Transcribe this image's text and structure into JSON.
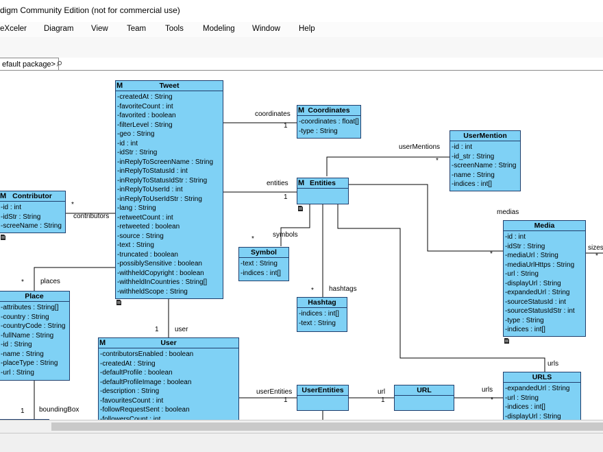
{
  "window": {
    "title": "digm Community Edition (not for commercial use)"
  },
  "menu": [
    "eXceler",
    "Diagram",
    "View",
    "Team",
    "Tools",
    "Modeling",
    "Window",
    "Help"
  ],
  "package_tab": "efault package>",
  "classes": {
    "tweet": {
      "name": "Tweet",
      "attrs": [
        "-createdAt : String",
        "-favoriteCount : int",
        "-favorited : boolean",
        "-filterLevel : String",
        "-geo : String",
        "-id : int",
        "-idStr : String",
        "-inReplyToScreenName : String",
        "-inReplyToStatusId : int",
        "-inReplyToStatusIdStr : String",
        "-inReplyToUserId : int",
        "-inReplyToUserIdStr : String",
        "-lang : String",
        "-retweetCount : int",
        "-retweeted : boolean",
        "-source : String",
        "-text : String",
        "-truncated : boolean",
        "-possiblySensitive : boolean",
        "-withheldCopyright : boolean",
        "-withheldInCountries : String[]",
        "-withheldScope : String"
      ]
    },
    "coordinates": {
      "name": "Coordinates",
      "attrs": [
        "-coordinates : float[]",
        "-type : String"
      ]
    },
    "user_mention": {
      "name": "UserMention",
      "attrs": [
        "-id : int",
        "-id_str : String",
        "-screenName : String",
        "-name : String",
        "-indices : int[]"
      ]
    },
    "entities": {
      "name": "Entities",
      "attrs": []
    },
    "contributor": {
      "name": "Contributor",
      "attrs": [
        "-id : int",
        "-idStr : String",
        "-screeName : String"
      ]
    },
    "symbol": {
      "name": "Symbol",
      "attrs": [
        "-text : String",
        "-indices : int[]"
      ]
    },
    "hashtag": {
      "name": "Hashtag",
      "attrs": [
        "-indices : int[]",
        "-text : String"
      ]
    },
    "media": {
      "name": "Media",
      "attrs": [
        "-id : int",
        "-idStr : String",
        "-mediaUrl : String",
        "-mediaUrlHttps : String",
        "-url : String",
        "-displayUrl : String",
        "-expandedUrl : String",
        "-sourceStatusId : int",
        "-sourceStatusIdStr : int",
        "-type : String",
        "-indices : int[]"
      ]
    },
    "place": {
      "name": "Place",
      "attrs": [
        "-attributes : String[]",
        "-country : String",
        "-countryCode : String",
        "-fullName : String",
        "-id : String",
        "-name : String",
        "-placeType : String",
        "-url : String"
      ]
    },
    "user": {
      "name": "User",
      "attrs": [
        "-contributorsEnabled : boolean",
        "-createdAt : String",
        "-defaultProfile : boolean",
        "-defaultProfileImage : boolean",
        "-description : String",
        "-favouritesCount : int",
        "-followRequestSent : boolean",
        "-followersCount : int"
      ]
    },
    "user_entities": {
      "name": "UserEntities",
      "attrs": []
    },
    "url": {
      "name": "URL",
      "attrs": []
    },
    "urls": {
      "name": "URLS",
      "attrs": [
        "-expandedUrl : String",
        "-url : String",
        "-indices : int[]",
        "-displayUrl : String"
      ]
    }
  },
  "labels": {
    "coordinates_role": "coordinates",
    "coordinates_mult": "1",
    "user_mentions_role": "userMentions",
    "user_mentions_mult": "*",
    "entities_role": "entities",
    "entities_mult": "1",
    "contributors_role": "contributors",
    "contributors_mult": "*",
    "symbols_role": "symbols",
    "symbols_mult": "*",
    "hashtags_role": "hashtags",
    "hashtags_mult": "*",
    "medias_role": "medias",
    "medias_mult": "*",
    "sizes_role": "sizes",
    "sizes_mult": "*",
    "places_role": "places",
    "places_mult": "*",
    "user_role": "user",
    "user_mult": "1",
    "bounding_box_role": "boundingBox",
    "bounding_box_mult": "1",
    "user_entities_role": "userEntities",
    "user_entities_mult": "1",
    "url_role": "url",
    "url_mult": "1",
    "urls_role": "urls",
    "urls_mult": "*",
    "urls_top_role": "urls"
  },
  "colors": {
    "class_fill": "#7fd1f5",
    "class_border": "#1f3d6b",
    "link": "#000000"
  }
}
